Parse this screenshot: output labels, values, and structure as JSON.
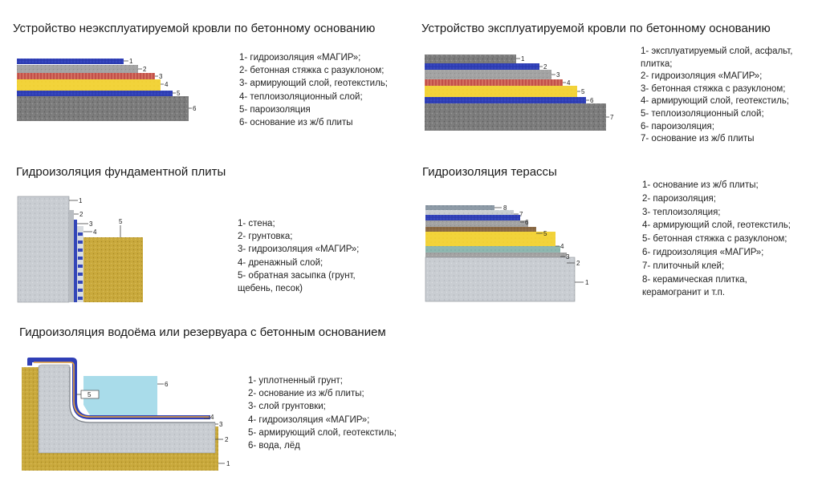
{
  "sections": [
    {
      "title": "Устройство неэксплуатируемой кровли по бетонному основанию",
      "numbers": [
        "1",
        "2",
        "3",
        "4",
        "5",
        "6"
      ],
      "legend": [
        "1- гидроизоляция «МАГИР»;",
        "2- бетонная стяжка с разуклоном;",
        "3- армирующий слой, геотекстиль;",
        "4- теплоизоляционный слой;",
        "5- пароизоляция",
        "6- основание из ж/б плиты"
      ]
    },
    {
      "title": "Устройство эксплуатируемой кровли по бетонному основанию",
      "numbers": [
        "1",
        "2",
        "3",
        "4",
        "5",
        "6",
        "7"
      ],
      "legend": [
        "1- эксплуатируемый слой, асфальт,",
        "плитка;",
        "2- гидроизоляция «МАГИР»;",
        "3- бетонная стяжка с разуклоном;",
        "4- армирующий слой, геотекстиль;",
        "5- теплоизоляционный слой;",
        "6- пароизоляция;",
        "7- основание из ж/б плиты"
      ]
    },
    {
      "title": "Гидроизоляция фундаментной плиты",
      "numbers": [
        "1",
        "2",
        "3",
        "4",
        "5"
      ],
      "legend": [
        "1- стена;",
        "2- грунтовка;",
        "3- гидроизоляция «МАГИР»;",
        "4- дренажный слой;",
        "5- обратная засыпка (грунт,",
        "щебень, песок)"
      ]
    },
    {
      "title": "Гидроизоляция терассы",
      "numbers": [
        "1",
        "2",
        "3",
        "4",
        "5",
        "6",
        "7",
        "8"
      ],
      "legend": [
        "1- основание из ж/б плиты;",
        "2- пароизоляция;",
        "3- теплоизоляция;",
        "4- армирующий слой, геотекстиль;",
        "5- бетонная стяжка с разуклоном;",
        "6- гидроизоляция «МАГИР»;",
        "7- плиточный клей;",
        "8- керамическая плитка,",
        "керамогранит и т.п."
      ]
    },
    {
      "title": "Гидроизоляция водоёма или резервуара с бетонным основанием",
      "numbers": [
        "1",
        "2",
        "3",
        "4",
        "5",
        "6"
      ],
      "legend": [
        "1- уплотненный грунт;",
        "2- основание из ж/б плиты;",
        "3- слой грунтовки;",
        "4- гидроизоляция «МАГИР»;",
        "5- армирующий слой, геотекстиль;",
        "6- вода, лёд"
      ]
    }
  ],
  "colors": {
    "magir_blue": "#2f3fb6",
    "screed_gray": "#9c9c9c",
    "geotextile_red": "#c2504a",
    "insulation_yellow": "#f2d33a",
    "concrete_gray": "#7a7a7a",
    "water_blue": "#a9dcea",
    "soil_ochre": "#c9a93c"
  }
}
